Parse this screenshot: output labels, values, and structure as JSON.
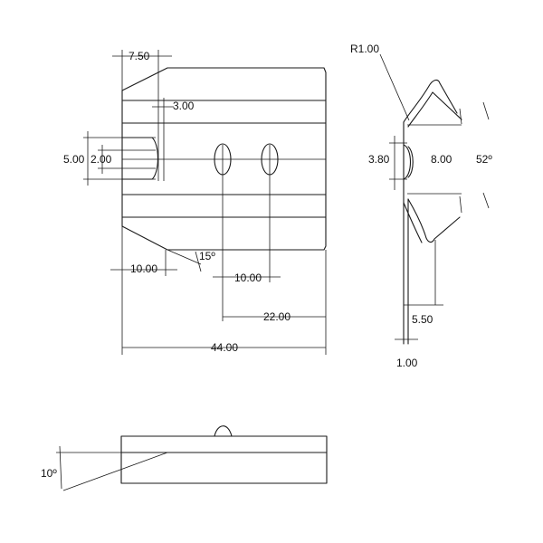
{
  "dimensions": {
    "d_7_50": "7.50",
    "d_3_00": "3.00",
    "d_5_00": "5.00",
    "d_2_00": "2.00",
    "d_10_00_left": "10.00",
    "d_15deg": "15º",
    "d_10_00_mid": "10.00",
    "d_22_00": "22.00",
    "d_44_00": "44.00",
    "d_R1_00": "R1.00",
    "d_3_80": "3.80",
    "d_8_00": "8.00",
    "d_52deg": "52º",
    "d_5_50": "5.50",
    "d_1_00": "1.00",
    "d_10deg": "10º"
  }
}
